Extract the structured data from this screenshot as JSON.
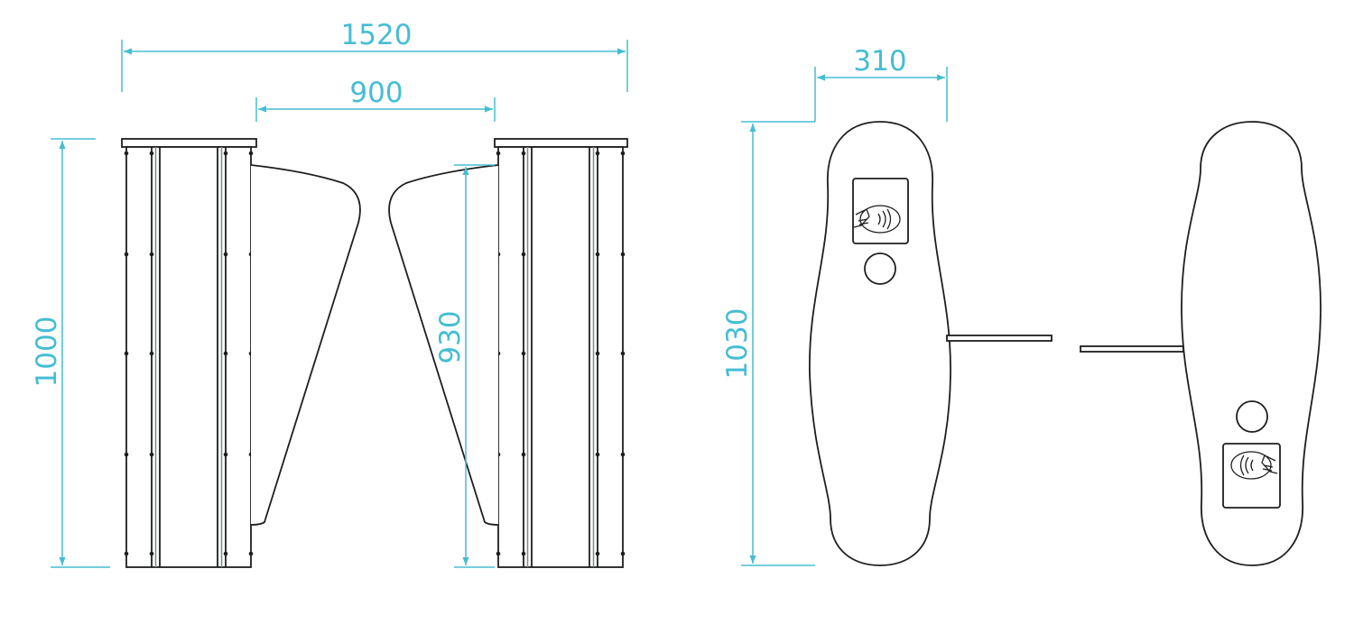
{
  "colors": {
    "dimension": "#45bdd3",
    "outline": "#1e1e1e",
    "background": "#ffffff",
    "rail": "#7d8a8c"
  },
  "icons": {
    "card_reader": "contactless-card-icon",
    "sensor": "sensor-circle-icon"
  },
  "dimensions": {
    "total_width": "1520",
    "passage_width": "900",
    "cabinet_height": "1000",
    "flap_height": "930",
    "cabinet_depth": "310",
    "overall_height": "1030"
  }
}
